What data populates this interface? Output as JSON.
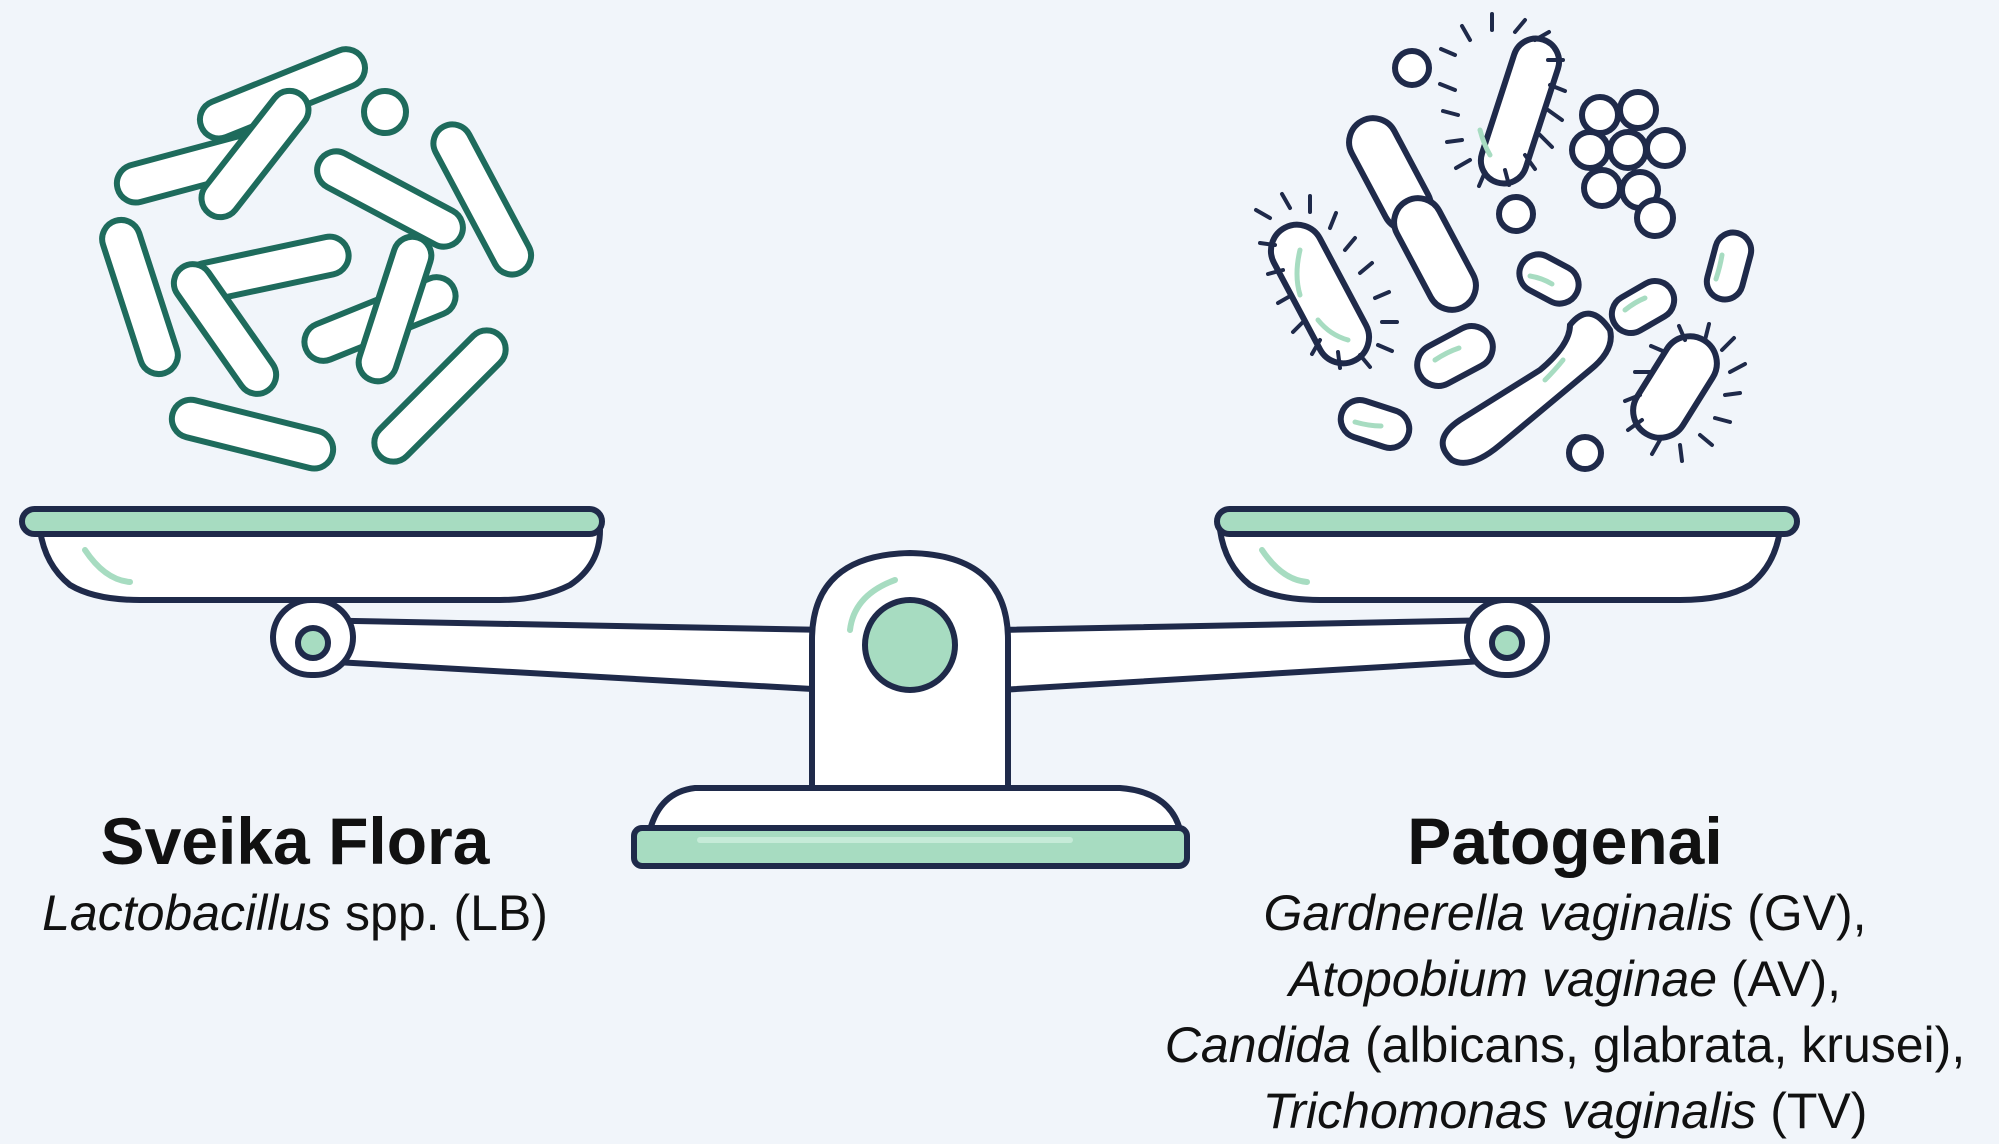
{
  "colors": {
    "background": "#f1f5fa",
    "outline": "#1f2a4a",
    "green_dark": "#1e6b5c",
    "mint": "#a7dcc1",
    "mint_light": "#c6ebd8",
    "white": "#ffffff"
  },
  "icons": {
    "left": "rod-bacteria-icon",
    "right": "mixed-pathogens-icon",
    "center": "balance-scale-icon"
  },
  "left": {
    "title": "Sveika Flora",
    "genus": "Lactobacillus",
    "rest": " spp. (LB)"
  },
  "right": {
    "title": "Patogenai",
    "lines": [
      {
        "italic": "Gardnerella vaginalis",
        "rest": " (GV),"
      },
      {
        "italic": "Atopobium vaginae",
        "rest": " (AV),"
      },
      {
        "italic": "Candida",
        "rest": " (albicans, glabrata, krusei),"
      },
      {
        "italic": "Trichomonas vaginalis",
        "rest": " (TV)"
      }
    ]
  }
}
